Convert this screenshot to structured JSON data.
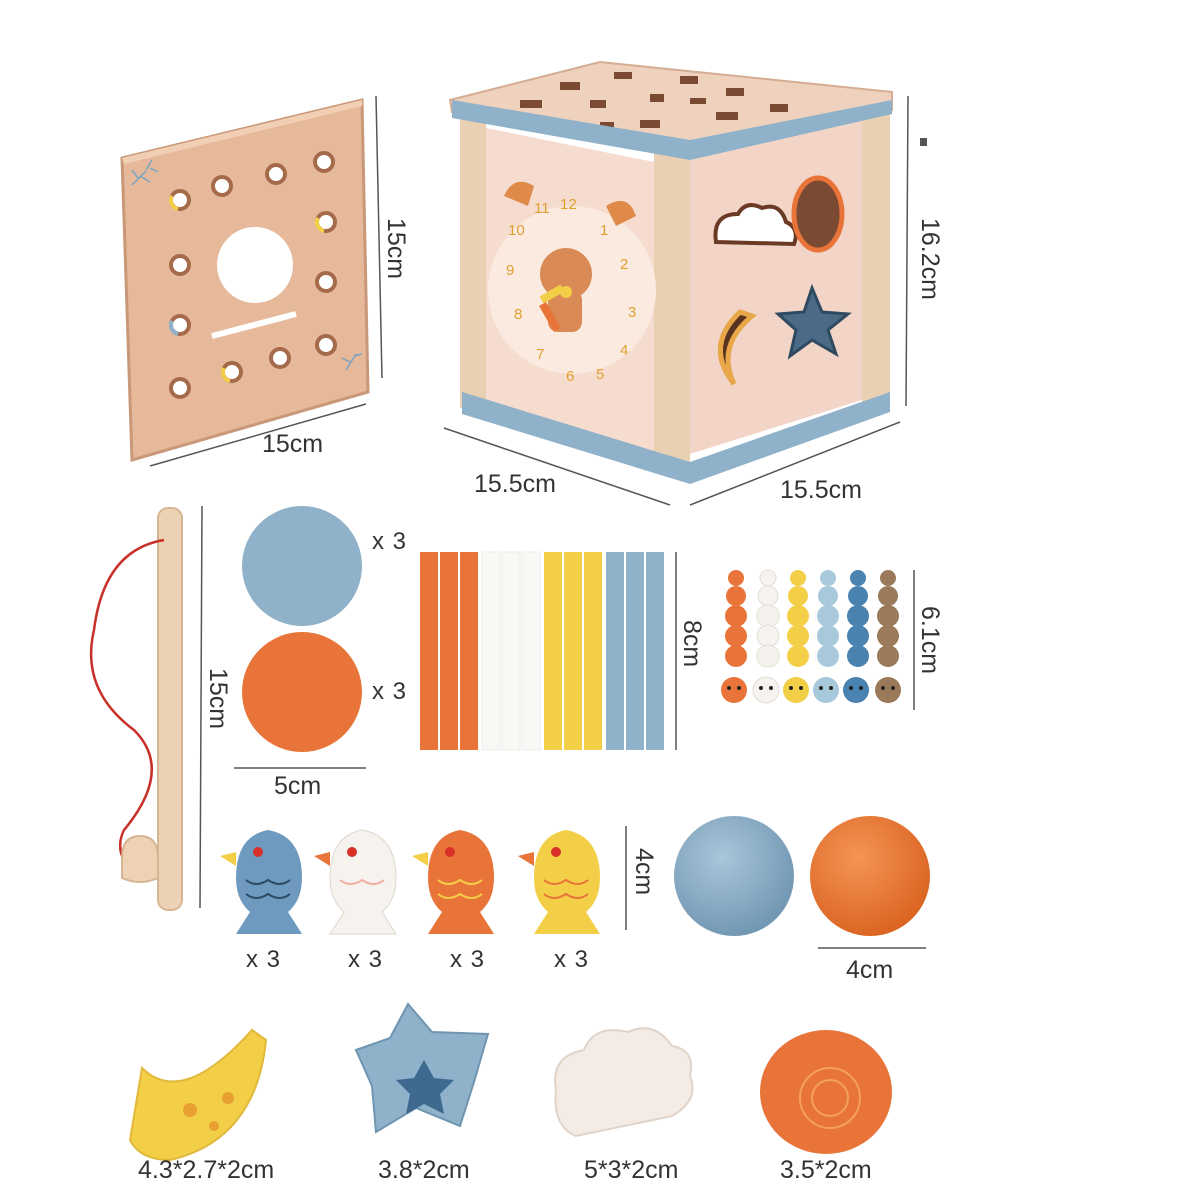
{
  "labels": {
    "board_side": "15cm",
    "board_bottom": "15cm",
    "cube_left": "15.5cm",
    "cube_right": "15.5cm",
    "cube_height": "16.2cm",
    "rod_length": "15cm",
    "disc_size": "5cm",
    "stick_length": "8cm",
    "worm_length": "6.1cm",
    "fish_height": "4cm",
    "ball_size": "4cm",
    "moon_size": "4.3*2.7*2cm",
    "star_size": "3.8*2cm",
    "cloud_size": "5*3*2cm",
    "sun_size": "3.5*2cm"
  },
  "counts": {
    "blue_disc": "x 3",
    "orange_disc": "x 3",
    "fish_blue": "x 3",
    "fish_white": "x 3",
    "fish_orange": "x 3",
    "fish_yellow": "x 3"
  },
  "clock_numbers": [
    "12",
    "1",
    "2",
    "3",
    "4",
    "5",
    "6",
    "7",
    "8",
    "9",
    "10",
    "11"
  ],
  "colors": {
    "wood": "#e8c3a6",
    "pink": "#f6dccf",
    "blue": "#8fb1c9",
    "orange": "#e8743a",
    "yellow": "#f3cf48",
    "white": "#f4f1ec"
  }
}
